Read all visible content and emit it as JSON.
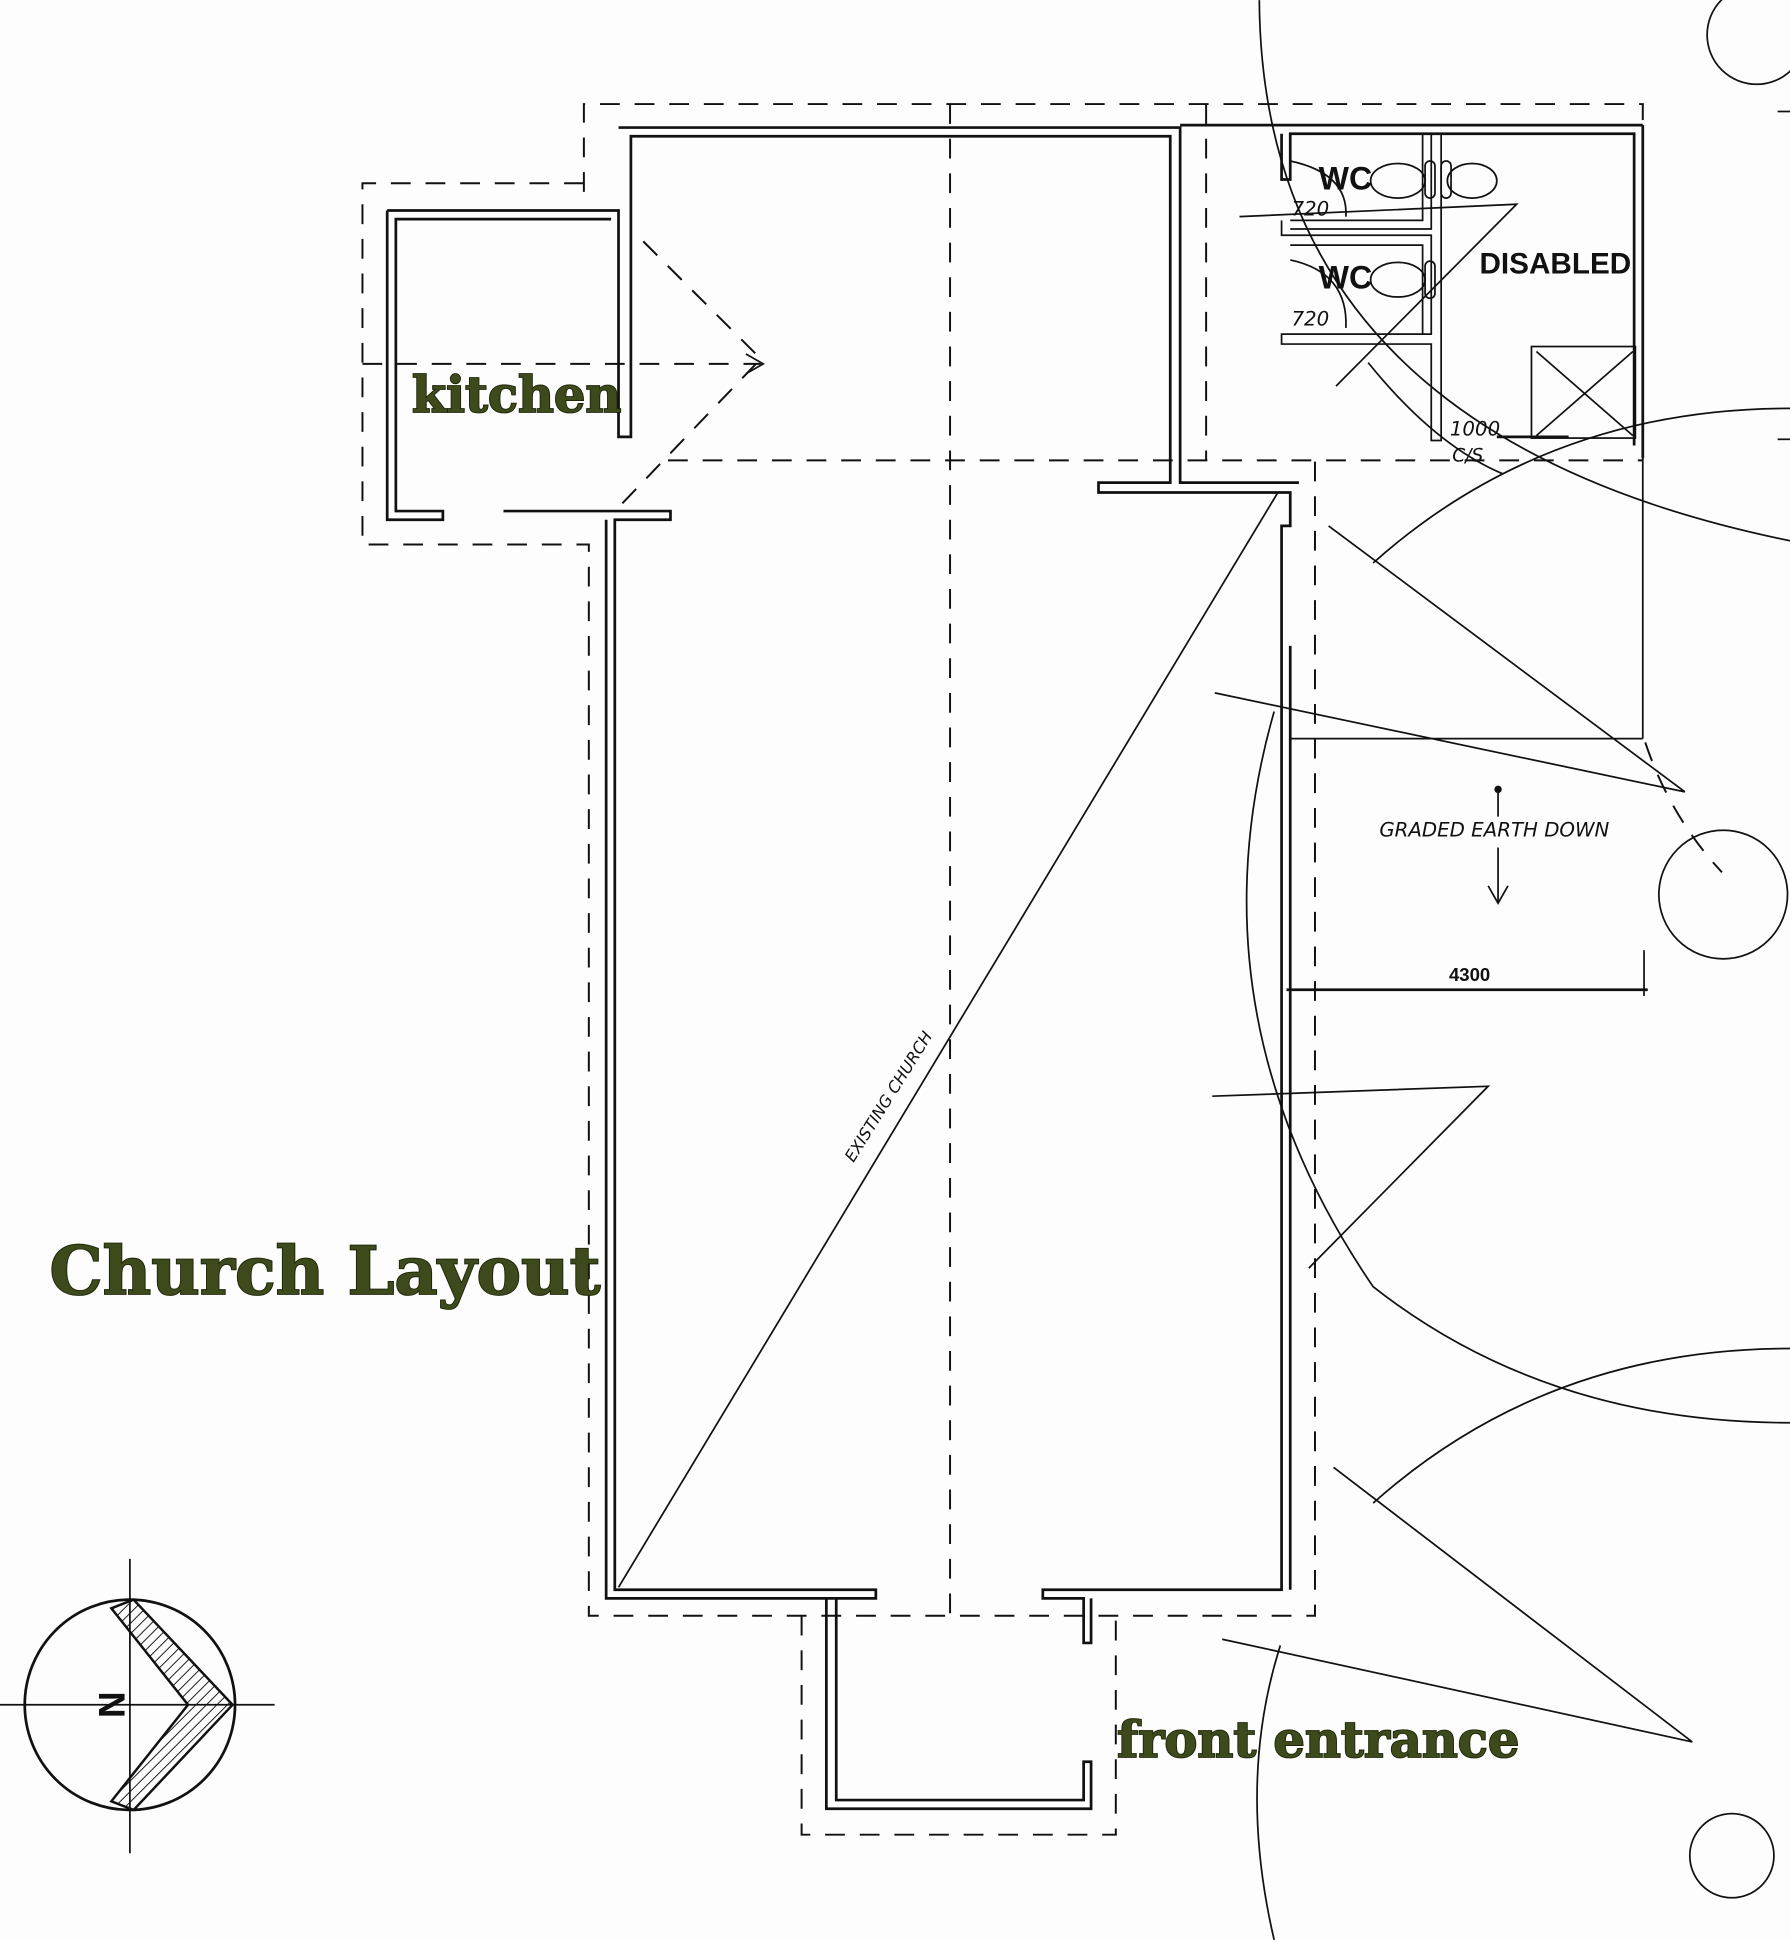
{
  "title": "Church Layout",
  "labels": {
    "kitchen": "kitchen",
    "front_entrance": "front entrance",
    "existing_church": "EXISTING CHURCH",
    "wc_1": "WC",
    "wc_2": "WC",
    "wc_1_door": "720",
    "wc_2_door": "720",
    "disabled": "DISABLED",
    "disabled_door": "1000",
    "disabled_door_note": "C/S",
    "graded_earth": "GRADED EARTH DOWN",
    "dimension": "4300",
    "north": "N"
  },
  "colors": {
    "title": "#3d4a1c",
    "line": "#111111",
    "paper": "#fdfdfd"
  }
}
